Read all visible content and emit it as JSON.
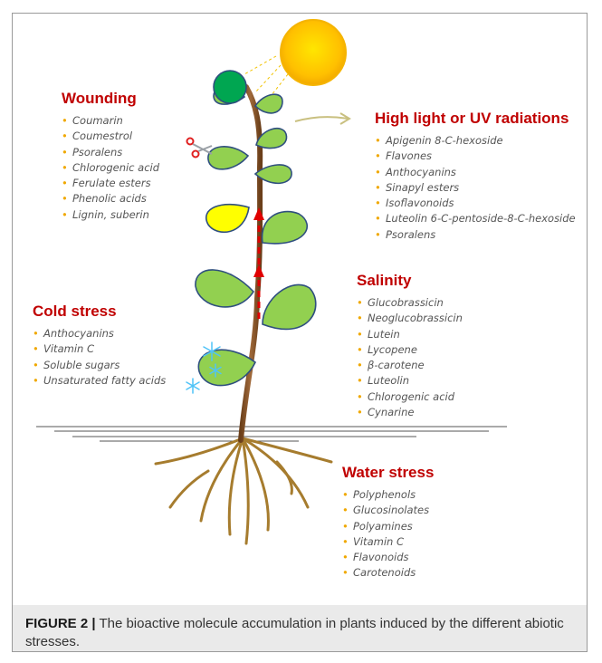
{
  "stresses": {
    "wounding": {
      "title": "Wounding",
      "items": [
        "Coumarin",
        "Coumestrol",
        "Psoralens",
        "Chlorogenic acid",
        "Ferulate esters",
        "Phenolic acids",
        "Lignin, suberin"
      ]
    },
    "uv": {
      "title": "High light or UV radiations",
      "items": [
        "Apigenin 8-C-hexoside",
        "Flavones",
        "Anthocyanins",
        "Sinapyl esters",
        "Isoflavonoids",
        "Luteolin 6-C-pentoside-8-C-hexoside",
        "Psoralens"
      ]
    },
    "salinity": {
      "title": "Salinity",
      "items": [
        "Glucobrassicin",
        "Neoglucobrassicin",
        "Lutein",
        "Lycopene",
        "β-carotene",
        "Luteolin",
        "Chlorogenic acid",
        "Cynarine"
      ]
    },
    "cold": {
      "title": "Cold stress",
      "items": [
        "Anthocyanins",
        "Vitamin C",
        "Soluble sugars",
        "Unsaturated fatty acids"
      ]
    },
    "water": {
      "title": "Water stress",
      "items": [
        "Polyphenols",
        "Glucosinolates",
        "Polyamines",
        "Vitamin C",
        "Flavonoids",
        "Carotenoids"
      ]
    }
  },
  "caption": {
    "label": "FIGURE 2 |",
    "text": " The bioactive molecule accumulation in plants induced by the different abiotic stresses."
  },
  "icons": [
    "sun-icon",
    "scissors-icon",
    "snowflake-icon",
    "arrow-icon"
  ],
  "colors": {
    "title_red": "#c00000",
    "bullet_orange": "#f0a800",
    "leaf_green": "#92d050",
    "bud_green": "#00a651",
    "leaf_yellow": "#ffff00",
    "stem_brown": "#8b5a2b",
    "sun_gold": "#ffc000",
    "arrow_red": "#e00000"
  }
}
